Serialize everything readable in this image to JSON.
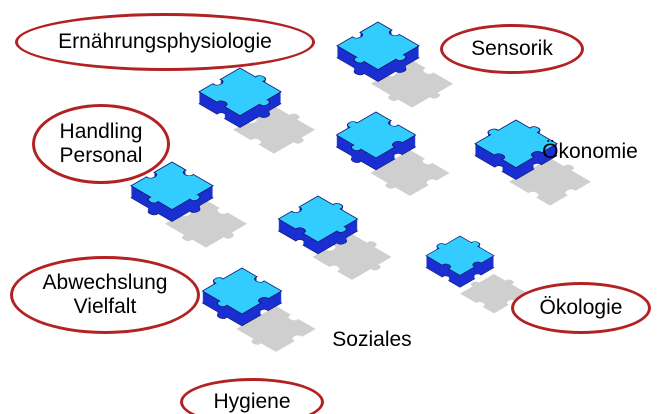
{
  "colors": {
    "piece_top": "#33ccff",
    "piece_side": "#1a2fd1",
    "piece_outline": "#0a1a6e",
    "shadow": "#cfcfcf",
    "oval_border": "#b22222"
  },
  "labels": {
    "ernaehrungsphysiologie": "Ernährungsphysiologie",
    "sensorik": "Sensorik",
    "handling_personal": "Handling\nPersonal",
    "oekonomie": "Ökonomie",
    "abwechslung_vielfalt": "Abwechslung\nVielfalt",
    "oekologie": "Ökologie",
    "soziales": "Soziales",
    "hygiene": "Hygiene"
  }
}
